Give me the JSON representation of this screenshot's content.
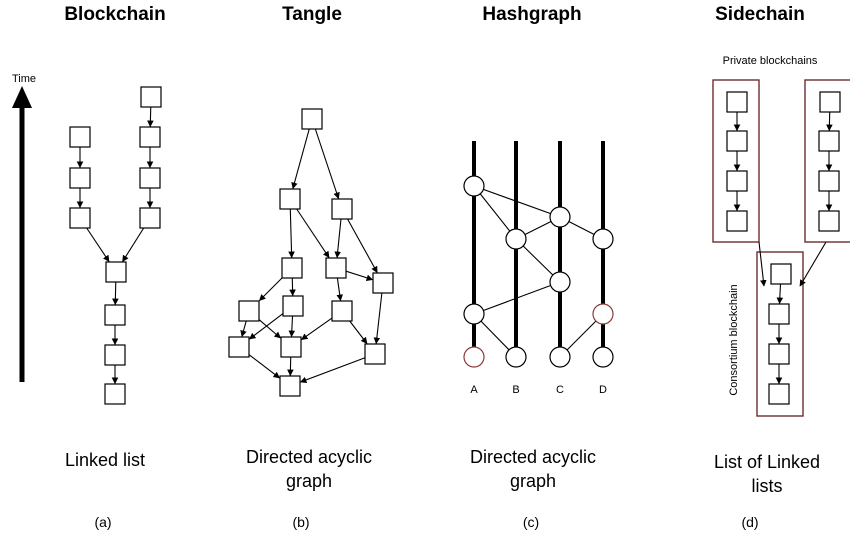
{
  "titles": {
    "blockchain": "Blockchain",
    "tangle": "Tangle",
    "hashgraph": "Hashgraph",
    "sidechain": "Sidechain"
  },
  "time_label": "Time",
  "captions": {
    "a_line1": "Linked list",
    "b_line1": "Directed acyclic",
    "b_line2": "graph",
    "c_line1": "Directed acyclic",
    "c_line2": "graph",
    "d_line1": "List of Linked",
    "d_line2": "lists"
  },
  "sublabels": {
    "a": "(a)",
    "b": "(b)",
    "c": "(c)",
    "d": "(d)"
  },
  "hashgraph_members": [
    "A",
    "B",
    "C",
    "D"
  ],
  "sidechain_labels": {
    "private": "Private blockchains",
    "consortium": "Consortium blockchain"
  },
  "colors": {
    "highlight_node": "#8b3a3a",
    "frame": "#6b2d2d",
    "ink": "#000000"
  }
}
